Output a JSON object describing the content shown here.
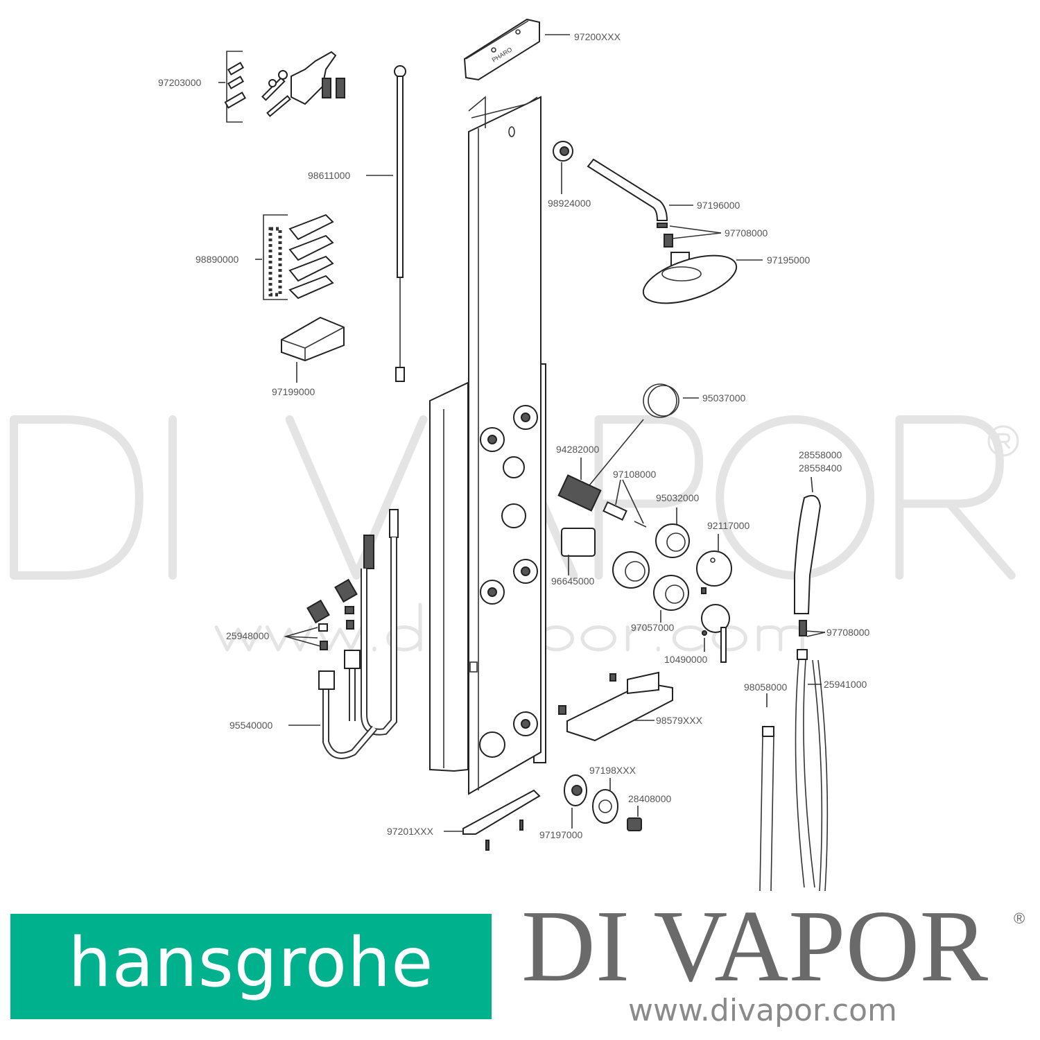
{
  "watermark": {
    "text": "DI VAPOR",
    "registered": "®",
    "url": "www.divapor.com"
  },
  "top_cap_brand": "PHARO",
  "parts": {
    "p97200XXX": "97200XXX",
    "p97203000": "97203000",
    "p98611000": "98611000",
    "p98924000": "98924000",
    "p97196000": "97196000",
    "p97708000_top": "97708000",
    "p97195000": "97195000",
    "p98890000": "98890000",
    "p97199000": "97199000",
    "p95037000": "95037000",
    "p94282000": "94282000",
    "p28558000": "28558000",
    "p28558400": "28558400",
    "p97108000": "97108000",
    "p95032000": "95032000",
    "p92117000": "92117000",
    "p96645000": "96645000",
    "p97057000": "97057000",
    "p25948000": "25948000",
    "p97708000_hand": "97708000",
    "p10490000": "10490000",
    "p98058000": "98058000",
    "p25941000": "25941000",
    "p98579XXX": "98579XXX",
    "p95540000": "95540000",
    "p97198XXX": "97198XXX",
    "p28408000": "28408000",
    "p97201XXX": "97201XXX",
    "p97197000": "97197000"
  },
  "footer": {
    "brand": "hansgrohe",
    "brand_color": "#00b18e",
    "retailer": "DI VAPOR",
    "retailer_reg": "®",
    "retailer_url": "www.divapor.com"
  }
}
